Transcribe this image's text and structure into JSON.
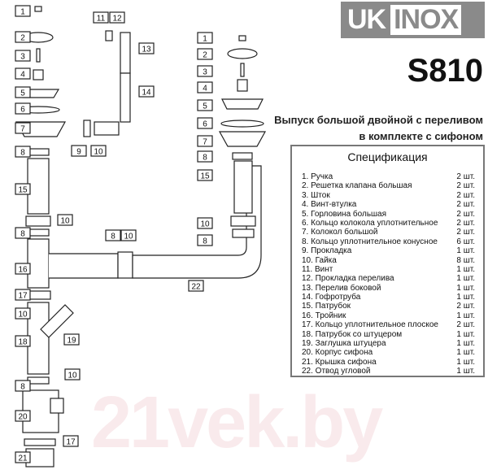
{
  "brand": {
    "uk": "UK",
    "inox": "INOX"
  },
  "model": "S810",
  "subtitle": [
    "Выпуск большой двойной с переливом",
    "в комплекте с сифоном"
  ],
  "spec": {
    "title": "Спецификация",
    "items": [
      {
        "name": "1. Ручка",
        "qty": "2 шт."
      },
      {
        "name": "2. Решетка клапана большая",
        "qty": "2 шт."
      },
      {
        "name": "3. Шток",
        "qty": "2 шт."
      },
      {
        "name": "4. Винт-втулка",
        "qty": "2 шт."
      },
      {
        "name": "5. Горловина большая",
        "qty": "2 шт."
      },
      {
        "name": "6. Кольцо колокола уплотнительное",
        "qty": "2 шт."
      },
      {
        "name": "7. Колокол большой",
        "qty": "2 шт."
      },
      {
        "name": "8. Кольцо уплотнительное конусное",
        "qty": "6 шт."
      },
      {
        "name": "9. Прокладка",
        "qty": "1 шт."
      },
      {
        "name": "10. Гайка",
        "qty": "8 шт."
      },
      {
        "name": "11. Винт",
        "qty": "1 шт."
      },
      {
        "name": "12. Прокладка перелива",
        "qty": "1 шт."
      },
      {
        "name": "13. Перелив боковой",
        "qty": "1 шт."
      },
      {
        "name": "14. Гофротруба",
        "qty": "1 шт."
      },
      {
        "name": "15. Патрубок",
        "qty": "2 шт."
      },
      {
        "name": "16. Тройник",
        "qty": "1 шт."
      },
      {
        "name": "17. Кольцо уплотнительное плоское",
        "qty": "2 шт."
      },
      {
        "name": "18. Патрубок со штуцером",
        "qty": "1 шт."
      },
      {
        "name": "19. Заглушка штуцера",
        "qty": "1 шт."
      },
      {
        "name": "20. Корпус сифона",
        "qty": "1 шт."
      },
      {
        "name": "21. Крышка сифона",
        "qty": "1 шт."
      },
      {
        "name": "22. Отвод угловой",
        "qty": "1 шт."
      }
    ]
  },
  "callouts": [
    "1",
    "2",
    "3",
    "4",
    "5",
    "6",
    "7",
    "8",
    "15",
    "8",
    "16",
    "17",
    "10",
    "18",
    "8",
    "20",
    "21",
    "9",
    "10",
    "11",
    "12",
    "13",
    "14",
    "10",
    "8",
    "10",
    "22",
    "19",
    "10",
    "17",
    "1",
    "2",
    "3",
    "4",
    "5",
    "6",
    "7",
    "8",
    "15",
    "10",
    "8"
  ],
  "watermark": "21vek.by"
}
